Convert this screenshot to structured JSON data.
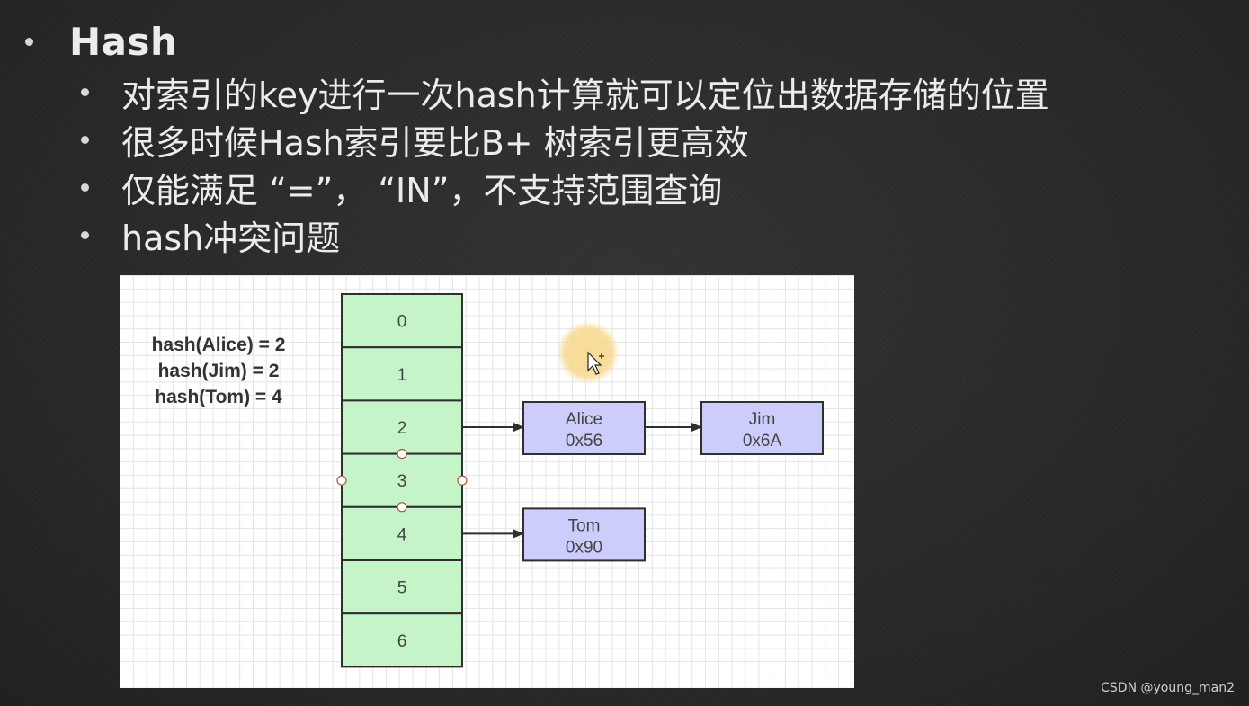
{
  "slide": {
    "title": "Hash",
    "bullets": [
      "对索引的key进行一次hash计算就可以定位出数据存储的位置",
      "很多时候Hash索引要比B+ 树索引更高效",
      "仅能满足 “=”， “IN”，不支持范围查询",
      "hash冲突问题"
    ]
  },
  "diagram": {
    "hash_notes": [
      "hash(Alice) = 2",
      "hash(Jim) = 2",
      "hash(Tom) = 4"
    ],
    "slots": [
      "0",
      "1",
      "2",
      "3",
      "4",
      "5",
      "6"
    ],
    "entries": [
      {
        "name": "Alice",
        "address": "0x56",
        "slot": 2,
        "chain_index": 0
      },
      {
        "name": "Jim",
        "address": "0x6A",
        "slot": 2,
        "chain_index": 1
      },
      {
        "name": "Tom",
        "address": "0x90",
        "slot": 4,
        "chain_index": 0
      }
    ],
    "colors": {
      "slot_fill": "#c6f4c9",
      "entry_fill": "#cccdfb",
      "stroke": "#2f2f2f",
      "cursor_highlight": "#f7d98f"
    }
  },
  "watermark": "CSDN @young_man2"
}
